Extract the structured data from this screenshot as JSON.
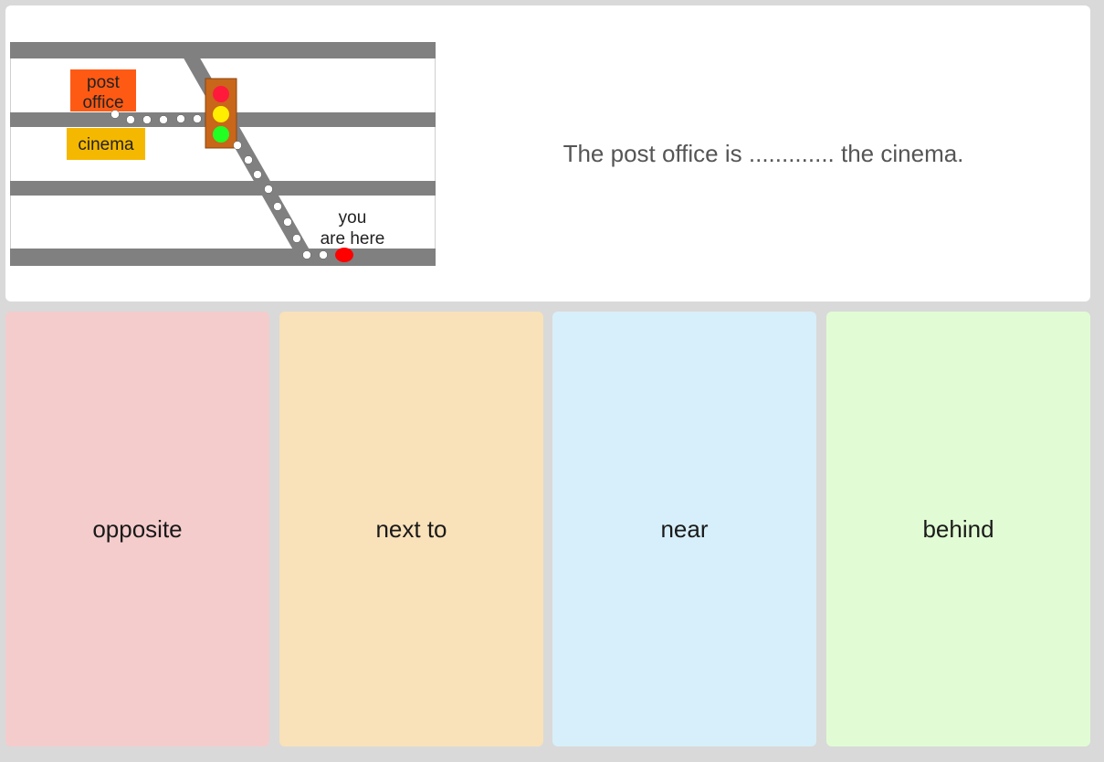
{
  "question": {
    "text": "The post office is ............. the cinema."
  },
  "map": {
    "labels": {
      "post_office_line1": "post",
      "post_office_line2": "office",
      "cinema": "cinema",
      "you_line1": "you",
      "you_line2": "are here"
    },
    "colors": {
      "road": "#808080",
      "post_office": "#ff5a14",
      "cinema": "#f5b800",
      "traffic_light_body": "#c8661a",
      "light_red": "#ff1a3c",
      "light_yellow": "#ffee00",
      "light_green": "#22ff22",
      "you_marker": "#ff0000"
    }
  },
  "answers": [
    {
      "label": "opposite",
      "color": "#f5cccc"
    },
    {
      "label": "next to",
      "color": "#f9e1b9"
    },
    {
      "label": "near",
      "color": "#d7effa"
    },
    {
      "label": "behind",
      "color": "#e1fcd4"
    }
  ]
}
